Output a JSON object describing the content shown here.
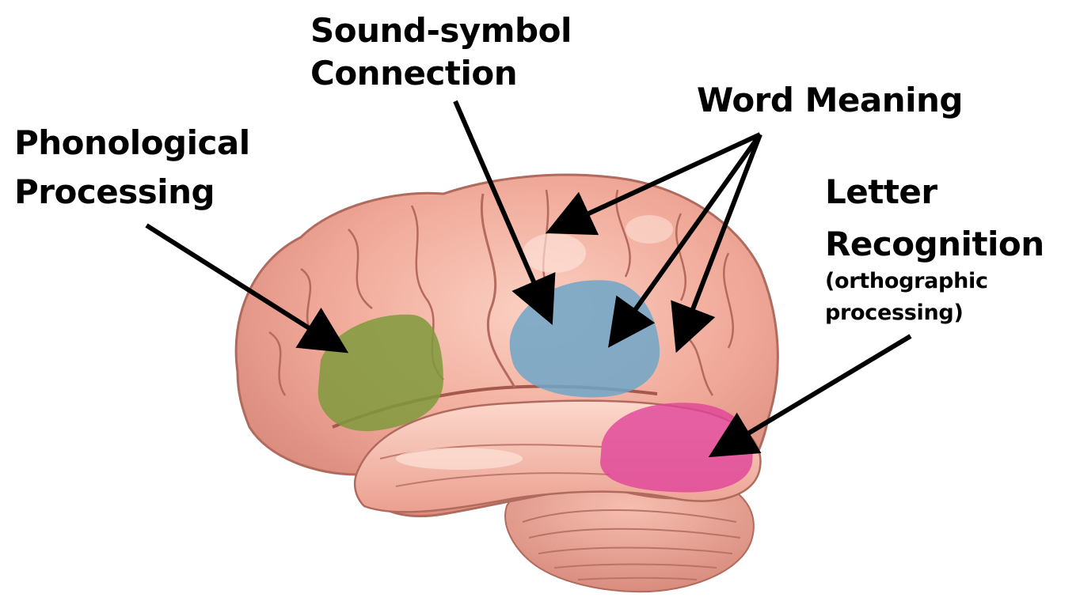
{
  "labels": {
    "sound_symbol_line1": "Sound-symbol",
    "sound_symbol_line2": "Connection",
    "word_meaning": "Word Meaning",
    "phonological_line1": "Phonological",
    "phonological_line2": "Processing",
    "letter_line1": "Letter",
    "letter_line2": "Recognition",
    "letter_line3": "(orthographic",
    "letter_line4": "processing)"
  },
  "regions": {
    "phonological_color": "#7f9a3c",
    "sound_symbol_color": "#6ea6c8",
    "letter_recognition_color": "#e0439a"
  },
  "brain_colors": {
    "cortex": "#f0a99a",
    "cortex_dark": "#c9766a",
    "highlight": "#fbd2c6",
    "cerebellum": "#e9a394"
  }
}
